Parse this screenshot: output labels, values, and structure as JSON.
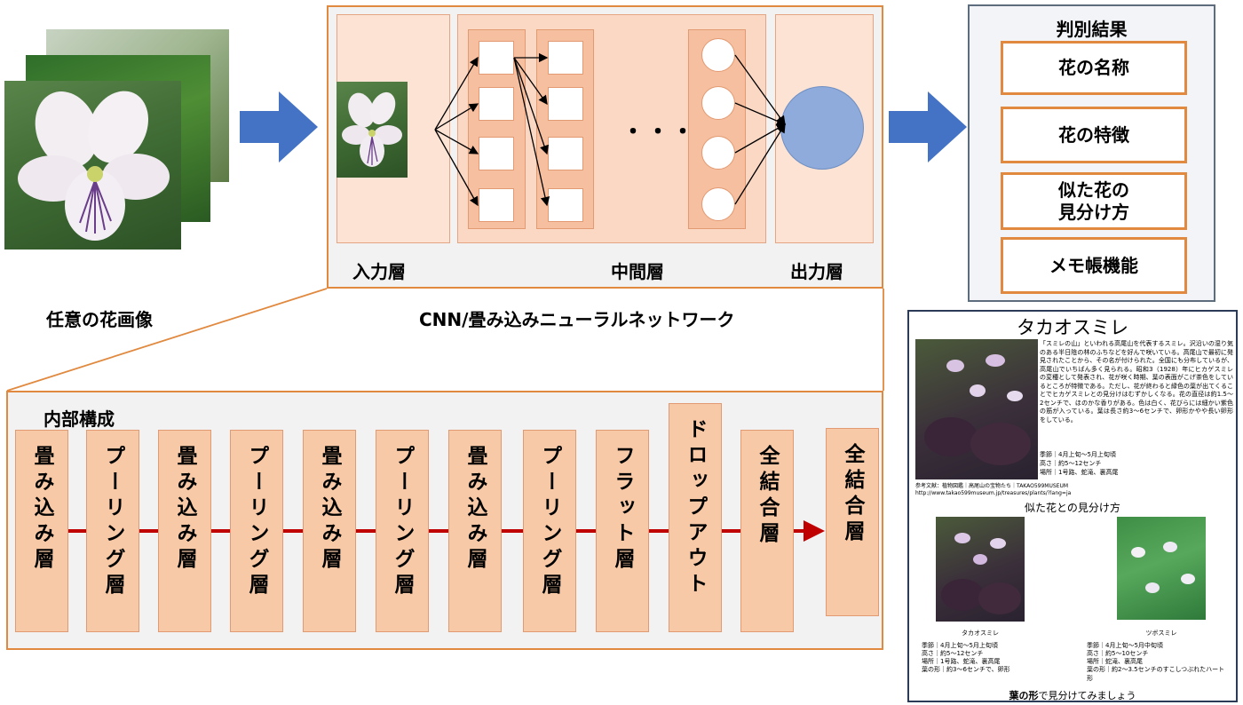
{
  "input": {
    "caption": "任意の花画像"
  },
  "cnn": {
    "caption": "CNN/畳み込みニューラルネットワーク",
    "input_layer": "入力層",
    "middle_layer": "中間層",
    "output_layer": "出力層",
    "ellipsis": "・・・"
  },
  "result": {
    "title": "判別結果",
    "items": [
      "花の名称",
      "花の特徴",
      "似た花の\n見分け方",
      "メモ帳機能"
    ]
  },
  "internal": {
    "title": "内部構成",
    "layers": [
      "畳み込み層",
      "プーリング層",
      "畳み込み層",
      "プーリング層",
      "畳み込み層",
      "プーリング層",
      "畳み込み層",
      "プーリング層",
      "フラット層",
      "ドロップアウト",
      "全結合層",
      "全結合層"
    ]
  },
  "card": {
    "title": "タカオスミレ",
    "description": "「スミレの山」といわれる高尾山を代表するスミレ。沢沿いの湿り気のある半日陰の林のふちなどを好んで咲いている。高尾山で最初に発見されたことから、その名が付けられた。全国にも分布しているが、高尾山でいちばん多く見られる。昭和3（1928）年にヒカゲスミレの変種として発表され、花が咲く時期、葉の表面がこげ茶色をしているところが特徴である。ただし、花が終わると緑色の葉が出てくることでヒカゲスミレとの見分けはむずかしくなる。花の直径は約1.5～2センチで、ほのかな香りがある。色は白く、花びらには細かい紫色の筋が入っている。葉は長さ約3～6センチで、卵形かやや長い卵形をしている。",
    "season": "季節｜4月上旬～5月上旬頃",
    "height": "高さ｜約5～12センチ",
    "place": "場所｜1号路、蛇滝、裏高尾",
    "ref1": "参考文献：植物図鑑｜高尾山の宝物たち｜TAKAO599MUSEUM",
    "ref2": "http://www.takao599museum.jp/treasures/plants/?lang=ja",
    "compare_title": "似た花との見分け方",
    "left": {
      "name": "タカオスミレ",
      "season": "季節｜4月上旬～5月上旬頃",
      "height": "高さ｜約5～12センチ",
      "place": "場所｜1号路、蛇滝、裏高尾",
      "leaf": "葉の形｜約3～6センチで、卵形"
    },
    "right": {
      "name": "ツボスミレ",
      "season": "季節｜4月上旬～5月中旬頃",
      "height": "高さ｜約5～10センチ",
      "place": "場所｜蛇滝、裏高尾",
      "leaf": "葉の形｜約2～3.5センチのすこしつぶれたハート形"
    },
    "footer_bold": "葉の形",
    "footer_rest": "で見分けてみましょう"
  },
  "colors": {
    "accent_orange": "#e0893f",
    "arrow_blue": "#4472c4",
    "line_red": "#c00000"
  }
}
